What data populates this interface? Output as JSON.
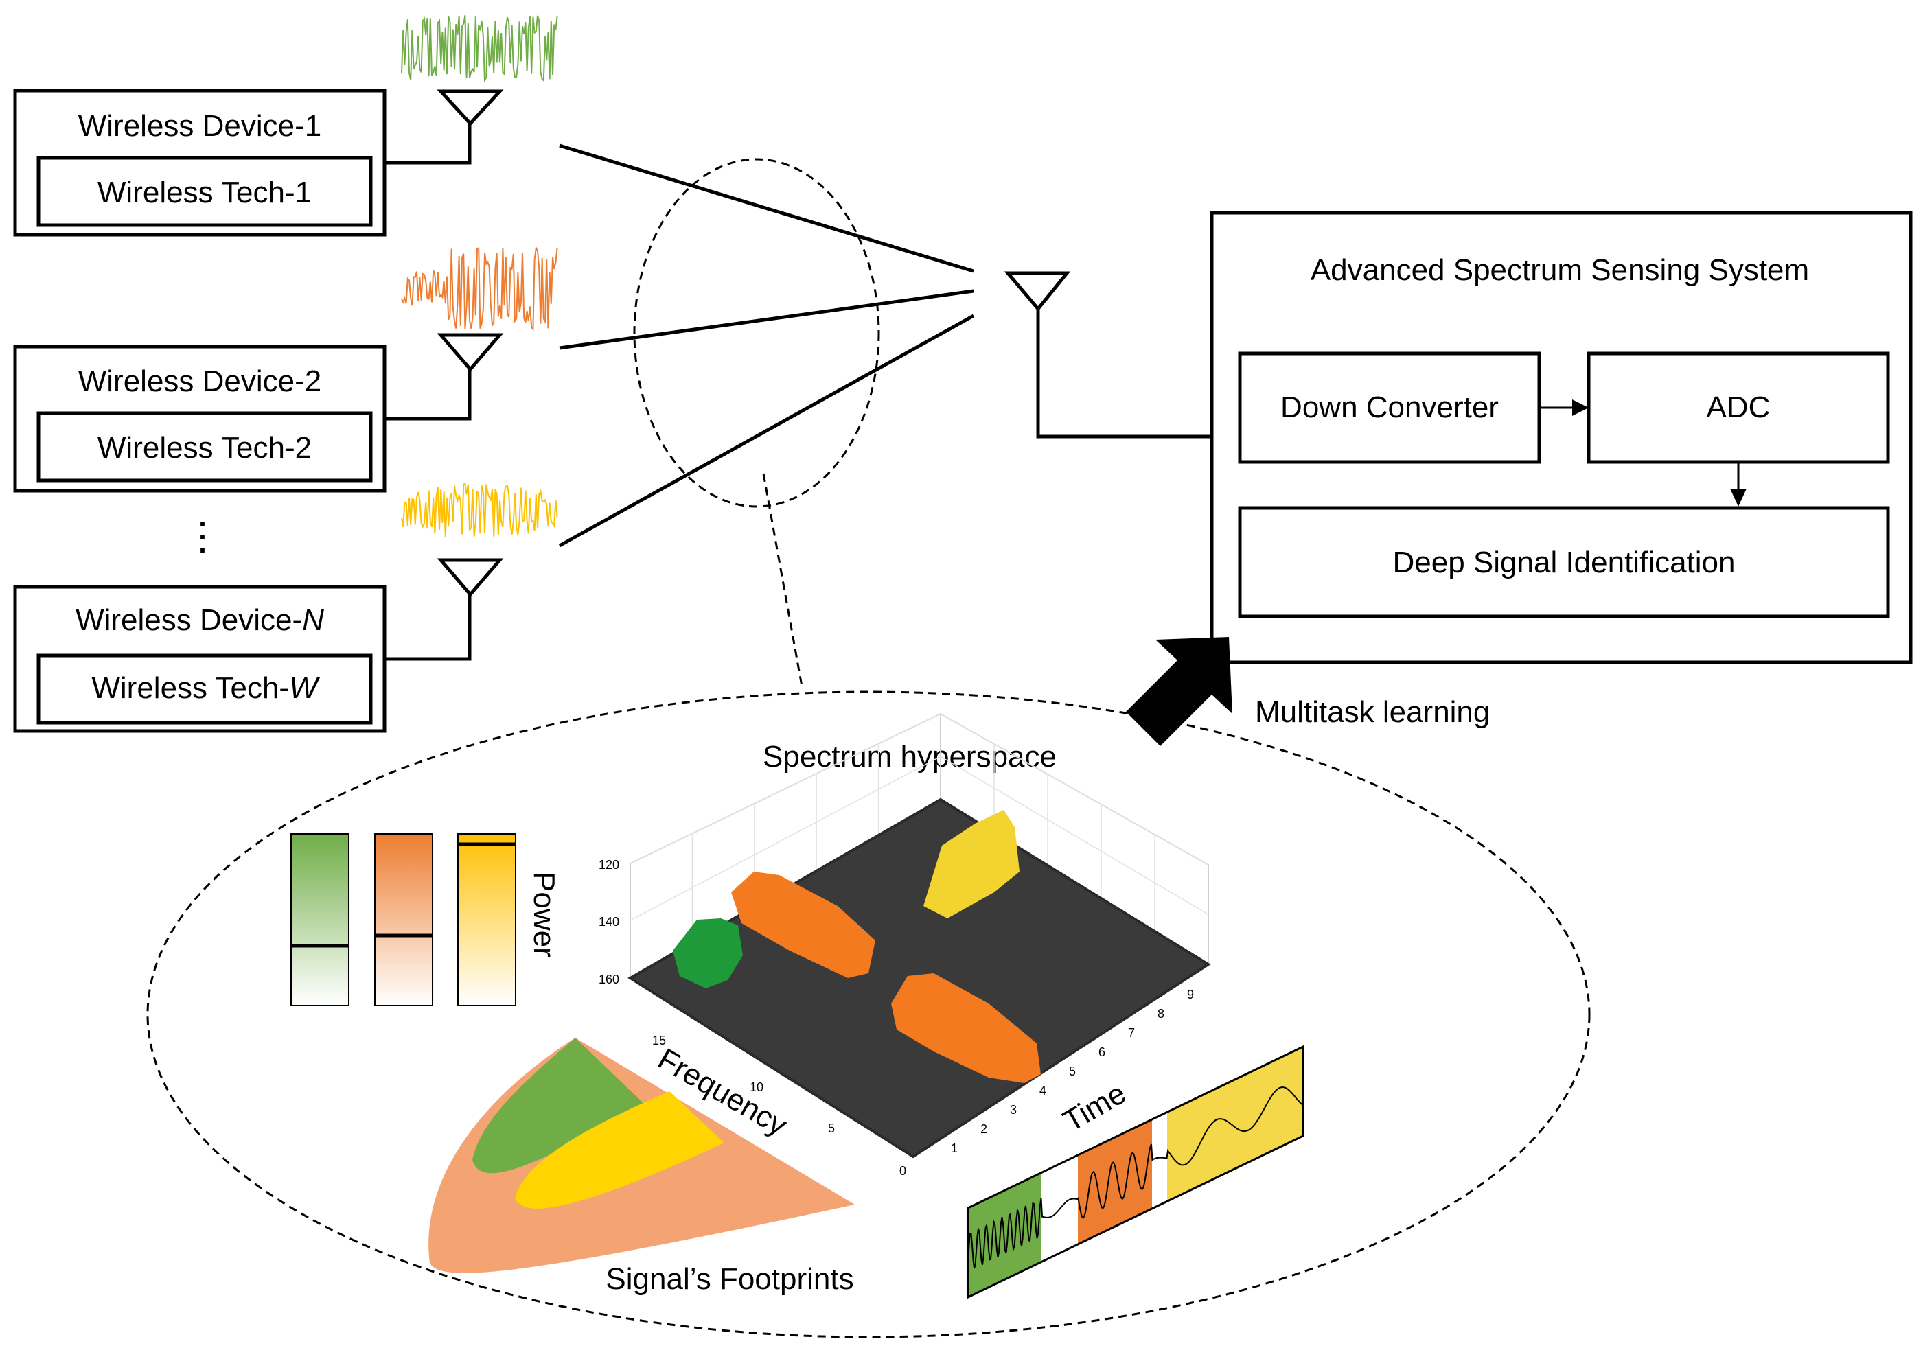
{
  "devices": [
    {
      "device": "Wireless Device-1",
      "tech": "Wireless Tech-1"
    },
    {
      "device": "Wireless Device-2",
      "tech": "Wireless Tech-2"
    },
    {
      "device_prefix": "Wireless Device-",
      "device_suffix": "N",
      "tech_prefix": "Wireless Tech-",
      "tech_suffix": "W"
    }
  ],
  "ellipsis": "⋮",
  "system": {
    "title": "Advanced Spectrum Sensing System",
    "down_converter": "Down Converter",
    "adc": "ADC",
    "dsi": "Deep Signal Identification"
  },
  "multitask_label": "Multitask learning",
  "hyperspace": {
    "title": "Spectrum hyperspace",
    "power_label": "Power",
    "frequency_label": "Frequency",
    "time_label": "Time",
    "footprints_label": "Signal’s Footprints",
    "z_ticks": [
      "120",
      "140",
      "160"
    ],
    "freq_ticks": [
      "15",
      "10",
      "5",
      "0"
    ],
    "time_ticks": [
      "1",
      "2",
      "3",
      "4",
      "5",
      "6",
      "7",
      "8",
      "9"
    ]
  },
  "colors": {
    "green": "#70ad47",
    "orange": "#ed7d31",
    "yellow": "#ffc000",
    "salmon": "#f4a373",
    "surface": "#3a3a3a"
  }
}
